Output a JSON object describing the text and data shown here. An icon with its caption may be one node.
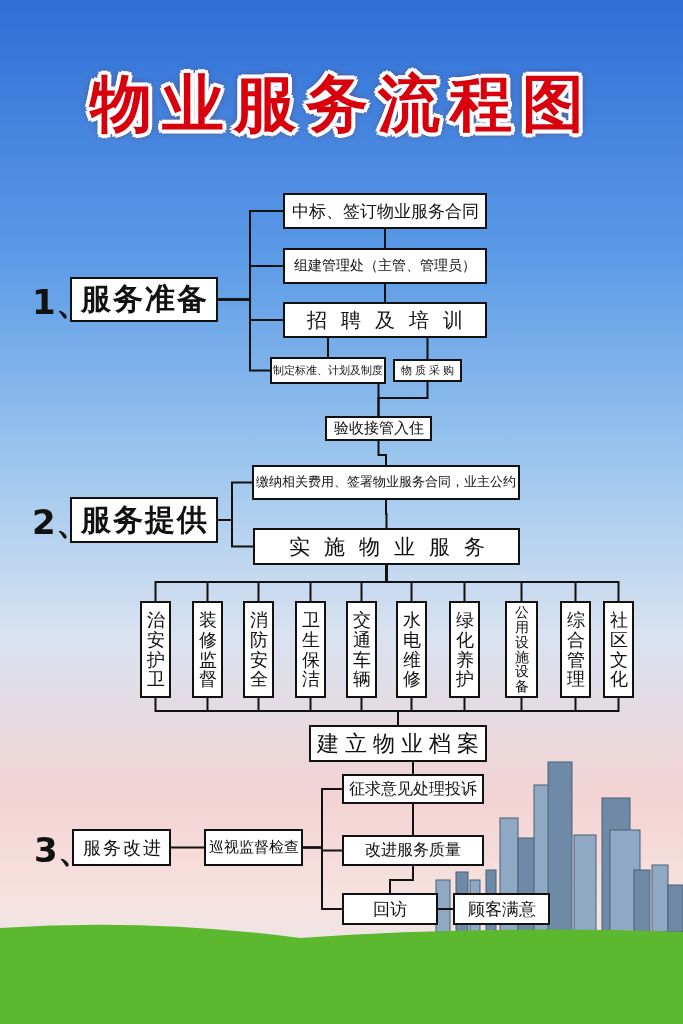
{
  "diagram": {
    "title": "物业服务流程图",
    "nodes": [
      {
        "text": [
          "服务准备"
        ],
        "beside": [
          "1、"
        ]
      },
      {
        "text": [
          "中标、签订物业服务合同"
        ]
      },
      {
        "text": [
          "组建管理处（主管、管理员）"
        ]
      },
      {
        "text": [
          "招聘及培训"
        ]
      },
      {
        "text": [
          "制定标准、计划及制度"
        ]
      },
      {
        "text": [
          "物质采购"
        ]
      },
      {
        "text": [
          "验收接管入住"
        ]
      },
      {
        "text": [
          "服务提供"
        ],
        "beside": [
          "2、"
        ]
      },
      {
        "text": [
          "缴纳相关费用、签署物业服务合同，业主公约"
        ]
      },
      {
        "text": [
          "实施物业服务"
        ]
      },
      {
        "text": [
          "治安护卫"
        ]
      },
      {
        "text": [
          "装修监督"
        ]
      },
      {
        "text": [
          "消防安全"
        ]
      },
      {
        "text": [
          "卫生保洁"
        ]
      },
      {
        "text": [
          "交通车辆"
        ]
      },
      {
        "text": [
          "水电维修"
        ]
      },
      {
        "text": [
          "绿化养护"
        ]
      },
      {
        "text": [
          "公用设施设备"
        ]
      },
      {
        "text": [
          "综合管理"
        ]
      },
      {
        "text": [
          "社区文化"
        ]
      },
      {
        "text": [
          "建立物业档案"
        ]
      },
      {
        "text": [
          "服务改进"
        ],
        "beside": [
          "3、"
        ]
      },
      {
        "text": [
          "巡视监督检查"
        ]
      },
      {
        "text": [
          "征求意见处理投诉"
        ]
      },
      {
        "text": [
          "改进服务质量"
        ]
      },
      {
        "text": [
          "回访"
        ]
      },
      {
        "text": [
          "顾客满意"
        ]
      }
    ],
    "edges": [
      {
        "from": 0,
        "to": 1,
        "arrow": "none"
      },
      {
        "from": 0,
        "to": 2,
        "arrow": "none"
      },
      {
        "from": 0,
        "to": 3,
        "arrow": "none"
      },
      {
        "from": 0,
        "to": 4,
        "arrow": "none"
      },
      {
        "from": 1,
        "to": 2,
        "arrow": "none"
      },
      {
        "from": 2,
        "to": 3,
        "arrow": "none"
      },
      {
        "from": 3,
        "to": 4,
        "arrow": "none"
      },
      {
        "from": 3,
        "to": 5,
        "arrow": "none"
      },
      {
        "from": 4,
        "to": 6,
        "arrow": "none"
      },
      {
        "from": 5,
        "to": 6,
        "arrow": "none"
      },
      {
        "from": 6,
        "to": 8,
        "arrow": "none"
      },
      {
        "from": 7,
        "to": 8,
        "arrow": "none"
      },
      {
        "from": 7,
        "to": 9,
        "arrow": "none"
      },
      {
        "from": 8,
        "to": 9,
        "arrow": "none"
      },
      {
        "from": 9,
        "to": 10,
        "arrow": "none"
      },
      {
        "from": 9,
        "to": 11,
        "arrow": "none"
      },
      {
        "from": 9,
        "to": 12,
        "arrow": "none"
      },
      {
        "from": 9,
        "to": 13,
        "arrow": "none"
      },
      {
        "from": 9,
        "to": 14,
        "arrow": "none"
      },
      {
        "from": 9,
        "to": 15,
        "arrow": "none"
      },
      {
        "from": 9,
        "to": 16,
        "arrow": "none"
      },
      {
        "from": 9,
        "to": 17,
        "arrow": "none"
      },
      {
        "from": 9,
        "to": 18,
        "arrow": "none"
      },
      {
        "from": 9,
        "to": 19,
        "arrow": "none"
      },
      {
        "from": 10,
        "to": 20,
        "arrow": "none"
      },
      {
        "from": 11,
        "to": 20,
        "arrow": "none"
      },
      {
        "from": 12,
        "to": 20,
        "arrow": "none"
      },
      {
        "from": 13,
        "to": 20,
        "arrow": "none"
      },
      {
        "from": 14,
        "to": 20,
        "arrow": "none"
      },
      {
        "from": 15,
        "to": 20,
        "arrow": "none"
      },
      {
        "from": 16,
        "to": 20,
        "arrow": "none"
      },
      {
        "from": 17,
        "to": 20,
        "arrow": "none"
      },
      {
        "from": 18,
        "to": 20,
        "arrow": "none"
      },
      {
        "from": 19,
        "to": 20,
        "arrow": "none"
      },
      {
        "from": 20,
        "to": 23,
        "arrow": "none"
      },
      {
        "from": 21,
        "to": 22,
        "arrow": "none"
      },
      {
        "from": 22,
        "to": 23,
        "arrow": "none"
      },
      {
        "from": 22,
        "to": 24,
        "arrow": "none"
      },
      {
        "from": 22,
        "to": 25,
        "arrow": "none"
      },
      {
        "from": 23,
        "to": 24,
        "arrow": "none"
      },
      {
        "from": 24,
        "to": 25,
        "arrow": "none"
      },
      {
        "from": 25,
        "to": 26,
        "arrow": "none"
      }
    ]
  }
}
